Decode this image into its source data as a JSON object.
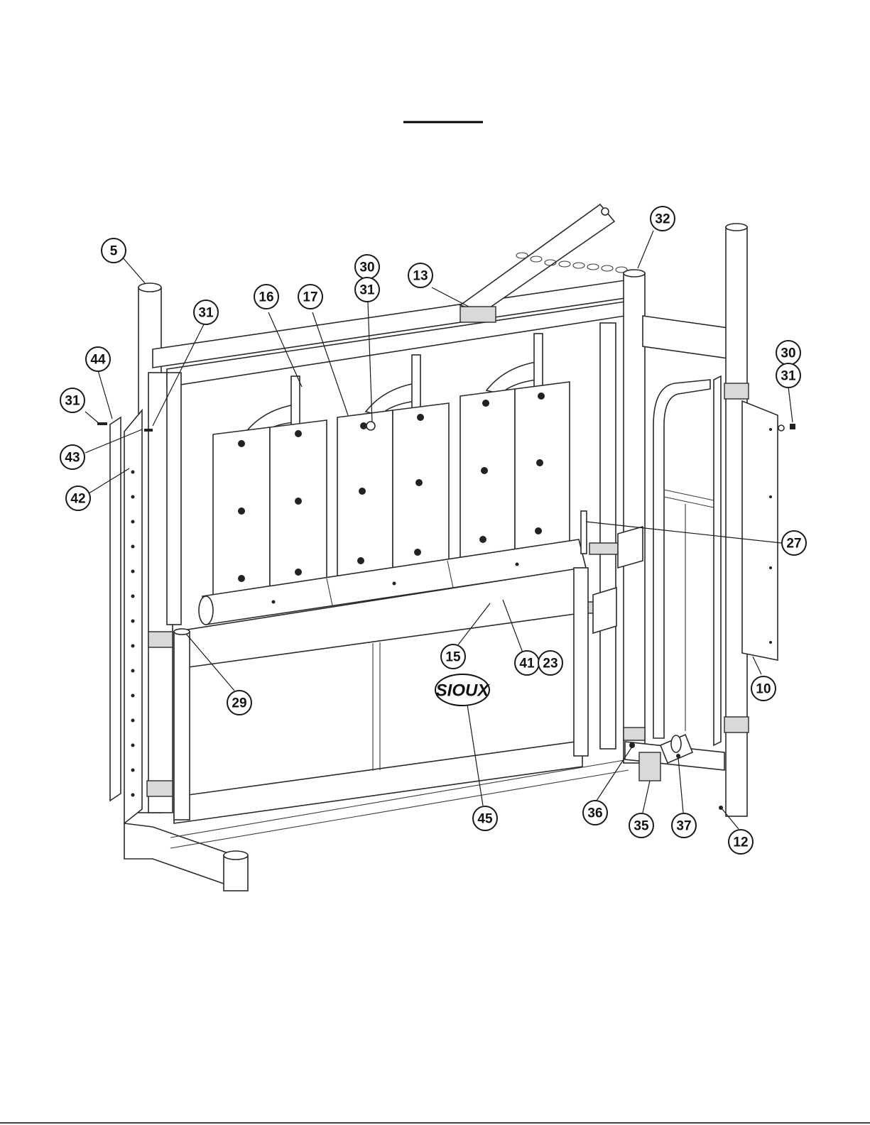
{
  "logo": {
    "text": "SIOUX"
  },
  "callouts": [
    {
      "id": "c5",
      "label": "5"
    },
    {
      "id": "c16",
      "label": "16"
    },
    {
      "id": "c17",
      "label": "17"
    },
    {
      "id": "c30a",
      "label": "30"
    },
    {
      "id": "c31a",
      "label": "31"
    },
    {
      "id": "c13",
      "label": "13"
    },
    {
      "id": "c32",
      "label": "32"
    },
    {
      "id": "c31b",
      "label": "31"
    },
    {
      "id": "c44",
      "label": "44"
    },
    {
      "id": "c31c",
      "label": "31"
    },
    {
      "id": "c43",
      "label": "43"
    },
    {
      "id": "c42",
      "label": "42"
    },
    {
      "id": "c30b",
      "label": "30"
    },
    {
      "id": "c31d",
      "label": "31"
    },
    {
      "id": "c27",
      "label": "27"
    },
    {
      "id": "c15",
      "label": "15"
    },
    {
      "id": "c41",
      "label": "41"
    },
    {
      "id": "c23",
      "label": "23"
    },
    {
      "id": "c10",
      "label": "10"
    },
    {
      "id": "c29",
      "label": "29"
    },
    {
      "id": "c45",
      "label": "45"
    },
    {
      "id": "c36",
      "label": "36"
    },
    {
      "id": "c35",
      "label": "35"
    },
    {
      "id": "c37",
      "label": "37"
    },
    {
      "id": "c12",
      "label": "12"
    }
  ]
}
